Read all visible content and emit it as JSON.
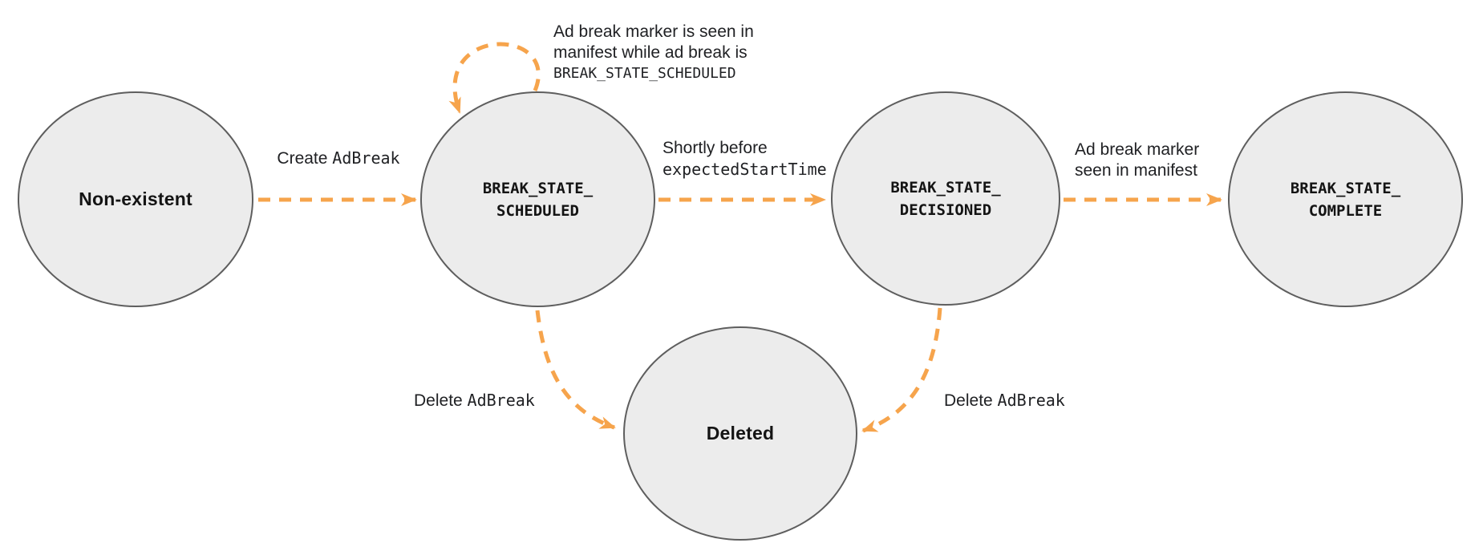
{
  "colors": {
    "arrow": "#F6A44C",
    "node_fill": "#ECECEC",
    "node_stroke": "#5E5E5E",
    "text": "#202124"
  },
  "nodes": [
    {
      "id": "non-existent",
      "label": "Non-existent"
    },
    {
      "id": "scheduled",
      "label": "BREAK_STATE_\nSCHEDULED"
    },
    {
      "id": "decisioned",
      "label": "BREAK_STATE_\nDECISIONED"
    },
    {
      "id": "complete",
      "label": "BREAK_STATE_\nCOMPLETE"
    },
    {
      "id": "deleted",
      "label": "Deleted"
    }
  ],
  "edges": {
    "create": {
      "text": "Create ",
      "code": "AdBreak"
    },
    "self_loop": {
      "line1": "Ad break marker is seen in",
      "line2": "manifest while ad break is",
      "code": "BREAK_STATE_SCHEDULED"
    },
    "decision": {
      "text": "Shortly before",
      "code": "expectedStartTime"
    },
    "to_complete": {
      "line1": "Ad break marker",
      "line2": "seen in manifest"
    },
    "delete_left": {
      "text": "Delete ",
      "code": "AdBreak"
    },
    "delete_right": {
      "text": "Delete ",
      "code": "AdBreak"
    }
  }
}
